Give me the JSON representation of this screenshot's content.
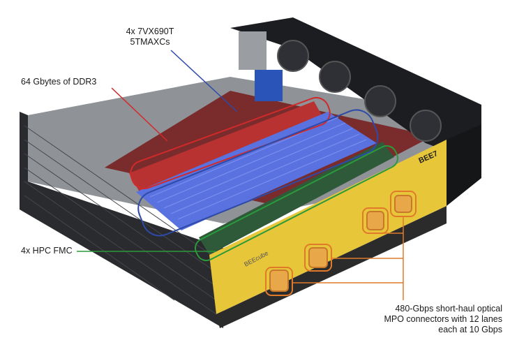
{
  "annotations": {
    "fpga": {
      "lines": [
        "4x 7VX690T",
        "5TMAXCs"
      ],
      "color": "#2e4aa8"
    },
    "ddr": {
      "text": "64 Gbytes of DDR3",
      "color": "#d12a2a"
    },
    "fmc": {
      "text": "4x HPC FMC",
      "color": "#2a9a3a"
    },
    "mpo": {
      "lines": [
        "480-Gbps short-haul optical",
        "MPO connectors with 12 lanes",
        "each at 10 Gbps"
      ],
      "color": "#e07a2a"
    }
  },
  "device": {
    "front_panel_label": "BEE7",
    "brand_mark": "BEEcube"
  }
}
